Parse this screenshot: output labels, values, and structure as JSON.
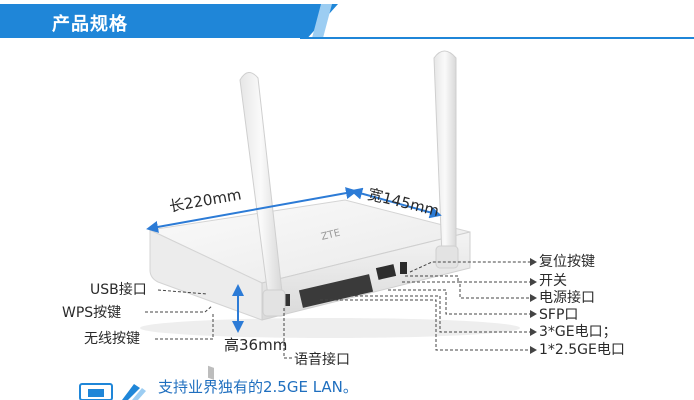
{
  "header": {
    "title": "产品规格"
  },
  "dimensions": {
    "length": "长220mm",
    "width": "宽145mm",
    "height": "高36mm"
  },
  "left_labels": {
    "usb": "USB接口",
    "wps": "WPS按键",
    "wireless": "无线按键"
  },
  "bottom_labels": {
    "voice": "语音接口"
  },
  "right_labels": {
    "reset": "复位按键",
    "switch": "开关",
    "power": "电源接口",
    "sfp": "SFP口",
    "ge": "3*GE电口；",
    "ge25": "1*2.5GE电口"
  },
  "footer": {
    "text": "支持业界独有的2.5GE LAN。"
  },
  "device": {
    "logo": "ZTE"
  },
  "colors": {
    "brand_blue": "#1f86d8",
    "accent_light": "#9ccdf2",
    "dimension_blue": "#2c7bd6"
  }
}
